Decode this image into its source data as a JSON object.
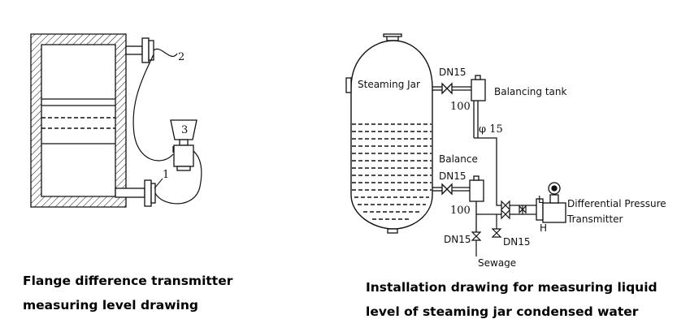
{
  "left_figure": {
    "callouts": {
      "one": "1",
      "two": "2",
      "three": "3"
    },
    "caption": {
      "line1": "Flange difference transmitter",
      "line2": "measuring level drawing"
    }
  },
  "right_figure": {
    "labels": {
      "steaming_jar": "Steaming Jar",
      "balancing_tank": "Balancing tank",
      "dn15_top": "DN15",
      "dim_100_top": "100",
      "phi15": "φ 15",
      "balance": "Balance",
      "dn15_mid": "DN15",
      "dim_100_bottom": "100",
      "dp_line1": "Differential Pressure",
      "dp_line2": "Transmitter",
      "port_l": "L",
      "port_h": "H",
      "dn15_left": "DN15",
      "dn15_right": "DN15",
      "sewage": "Sewage"
    },
    "caption": {
      "line1": "Installation drawing for measuring liquid",
      "line2": "level of steaming jar condensed water"
    }
  },
  "colors": {
    "stroke": "#111111",
    "background": "#ffffff"
  }
}
